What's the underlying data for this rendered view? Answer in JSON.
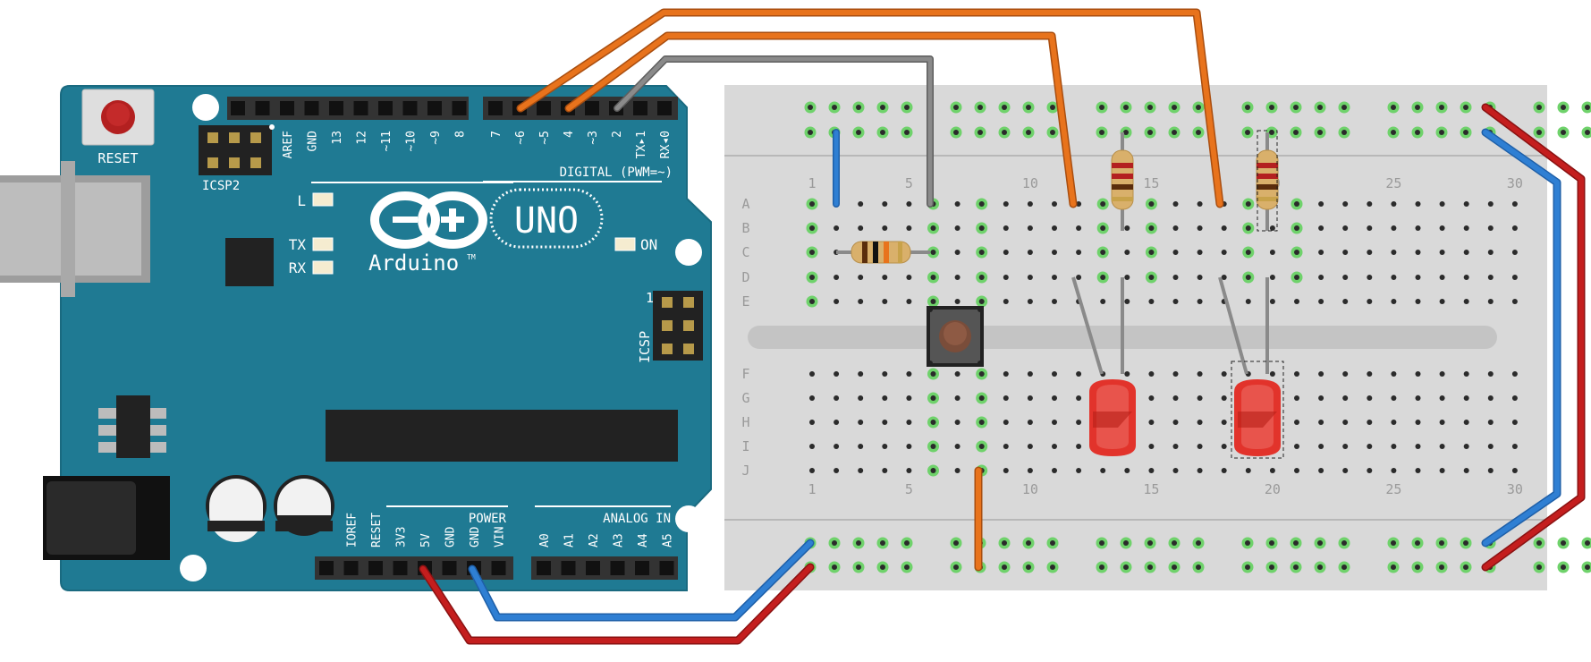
{
  "arduino": {
    "reset_label": "RESET",
    "icsp2_label": "ICSP2",
    "icsp_label": "ICSP",
    "icsp_pin1": "1",
    "digital_header_label": "DIGITAL (PWM=~)",
    "digital_pins_left": [
      "AREF",
      "GND",
      "13",
      "12",
      "~11",
      "~10",
      "~9",
      "8"
    ],
    "digital_pins_right": [
      "7",
      "~6",
      "~5",
      "4",
      "~3",
      "2",
      "TX▸1",
      "RX◂0"
    ],
    "led_l": "L",
    "led_tx": "TX",
    "led_rx": "RX",
    "led_on": "ON",
    "logo_uno": "UNO",
    "logo_arduino": "Arduino",
    "logo_tm": "TM",
    "power_header_label": "POWER",
    "power_pins": [
      "IOREF",
      "RESET",
      "3V3",
      "5V",
      "GND",
      "GND",
      "VIN"
    ],
    "analog_header_label": "ANALOG IN",
    "analog_pins": [
      "A0",
      "A1",
      "A2",
      "A3",
      "A4",
      "A5"
    ]
  },
  "breadboard": {
    "row_labels": [
      "A",
      "B",
      "C",
      "D",
      "E",
      "F",
      "G",
      "H",
      "I",
      "J"
    ],
    "column_numbers": [
      "1",
      "5",
      "10",
      "15",
      "20",
      "25",
      "30"
    ]
  },
  "colors": {
    "board": "#1f7a93",
    "wire_orange": "#e8731c",
    "wire_gray": "#8a8a8a",
    "wire_red": "#c41e1e",
    "wire_blue": "#2f7fd3",
    "led_red": "#e2332b",
    "breadboard": "#d9d9d9",
    "hole_active": "#6fd26b"
  }
}
